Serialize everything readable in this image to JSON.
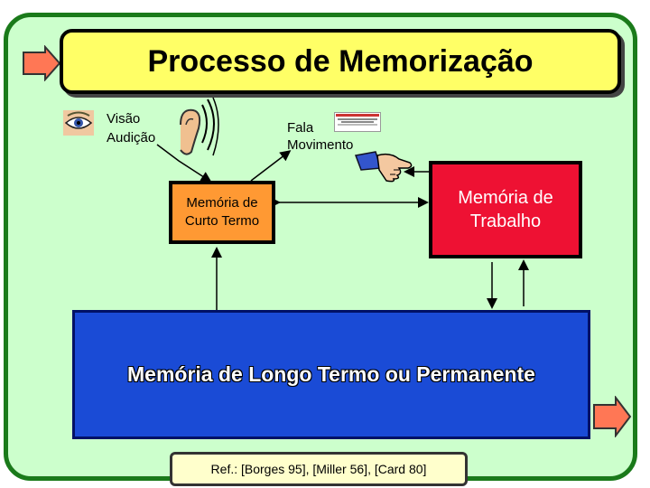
{
  "title": "Processo de Memorização",
  "inputs": {
    "vision": "Visão",
    "hearing": "Audição"
  },
  "outputs": {
    "speech": "Fala",
    "movement": "Movimento"
  },
  "boxes": {
    "short_term": "Memória de Curto Termo",
    "working": "Memória de Trabalho",
    "long_term": "Memória de Longo Termo ou Permanente"
  },
  "reference": "Ref.: [Borges 95], [Miller 56], [Card 80]",
  "icons": [
    "eye-icon",
    "ear-icon",
    "book-icon",
    "hand-icon",
    "left-arrow-icon",
    "right-arrow-icon"
  ],
  "colors": {
    "background": "#ccffcc",
    "border": "#1a7a1a",
    "title_bg": "#ffff66",
    "short_term_bg": "#ff9933",
    "working_bg": "#ee1133",
    "long_term_bg": "#1a4bd6",
    "arrow": "#ff7755"
  }
}
